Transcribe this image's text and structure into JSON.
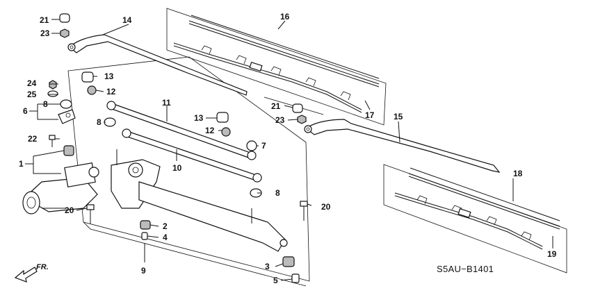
{
  "labels": {
    "l1": "1",
    "l2": "2",
    "l3": "3",
    "l4": "4",
    "l5": "5",
    "l6": "6",
    "l7": "7",
    "l8a": "8",
    "l8b": "8",
    "l8c": "8",
    "l9": "9",
    "l10": "10",
    "l11": "11",
    "l12a": "12",
    "l12b": "12",
    "l13a": "13",
    "l13b": "13",
    "l14": "14",
    "l15": "15",
    "l16": "16",
    "l17": "17",
    "l18": "18",
    "l19": "19",
    "l20a": "20",
    "l20b": "20",
    "l21a": "21",
    "l21b": "21",
    "l22": "22",
    "l23a": "23",
    "l23b": "23",
    "l24": "24",
    "l25": "25"
  },
  "diagram_code": "S5AU−B1401",
  "direction_label": "FR."
}
